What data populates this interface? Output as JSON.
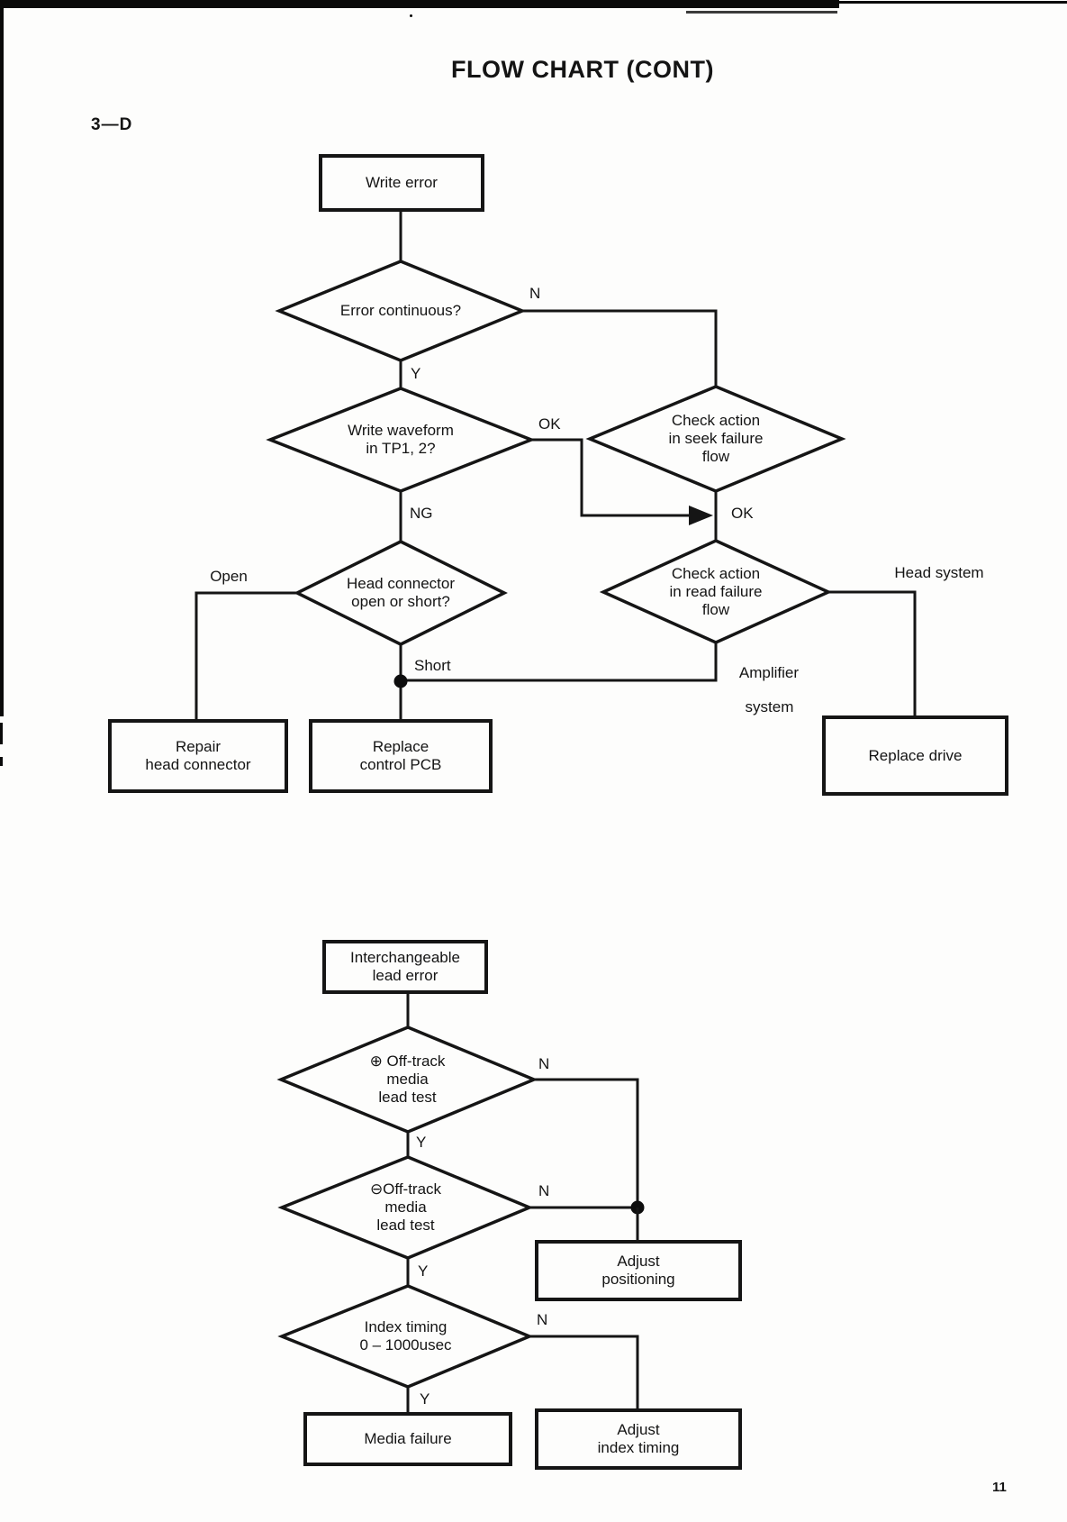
{
  "page": {
    "title": "FLOW CHART (CONT)",
    "section_label": "3—D",
    "page_number": "11"
  },
  "chart1": {
    "start": "Write error",
    "d_error_continuous": {
      "text": "Error continuous?",
      "yes": "Y",
      "no": "N"
    },
    "d_write_waveform": {
      "line1": "Write waveform",
      "line2": "in TP1, 2?",
      "ok": "OK",
      "ng": "NG"
    },
    "d_seek_failure": {
      "line1": "Check action",
      "line2": "in seek failure",
      "line3": "flow",
      "ok": "OK"
    },
    "d_head_connector": {
      "line1": "Head connector",
      "line2": "open or short?",
      "open": "Open",
      "short": "Short"
    },
    "d_read_failure": {
      "line1": "Check action",
      "line2": "in read failure",
      "line3": "flow",
      "head_system": "Head system",
      "amplifier_line1": "Amplifier",
      "amplifier_line2": "system"
    },
    "box_repair": {
      "line1": "Repair",
      "line2": "head connector"
    },
    "box_pcb": {
      "line1": "Replace",
      "line2": "control PCB"
    },
    "box_drive": "Replace drive"
  },
  "chart2": {
    "start": {
      "line1": "Interchangeable",
      "line2": "lead error"
    },
    "d_plus_offtrack": {
      "line1": "⊕ Off-track",
      "line2": "media",
      "line3": "lead test",
      "yes": "Y",
      "no": "N"
    },
    "d_minus_offtrack": {
      "line1": "⊖Off-track",
      "line2": "media",
      "line3": "lead test",
      "yes": "Y",
      "no": "N"
    },
    "d_index_timing": {
      "line1": "Index timing",
      "line2": "0 – 1000usec",
      "yes": "Y",
      "no": "N"
    },
    "box_adjust_positioning": {
      "line1": "Adjust",
      "line2": "positioning"
    },
    "box_adjust_index": {
      "line1": "Adjust",
      "line2": "index timing"
    },
    "box_media_failure": "Media failure"
  }
}
